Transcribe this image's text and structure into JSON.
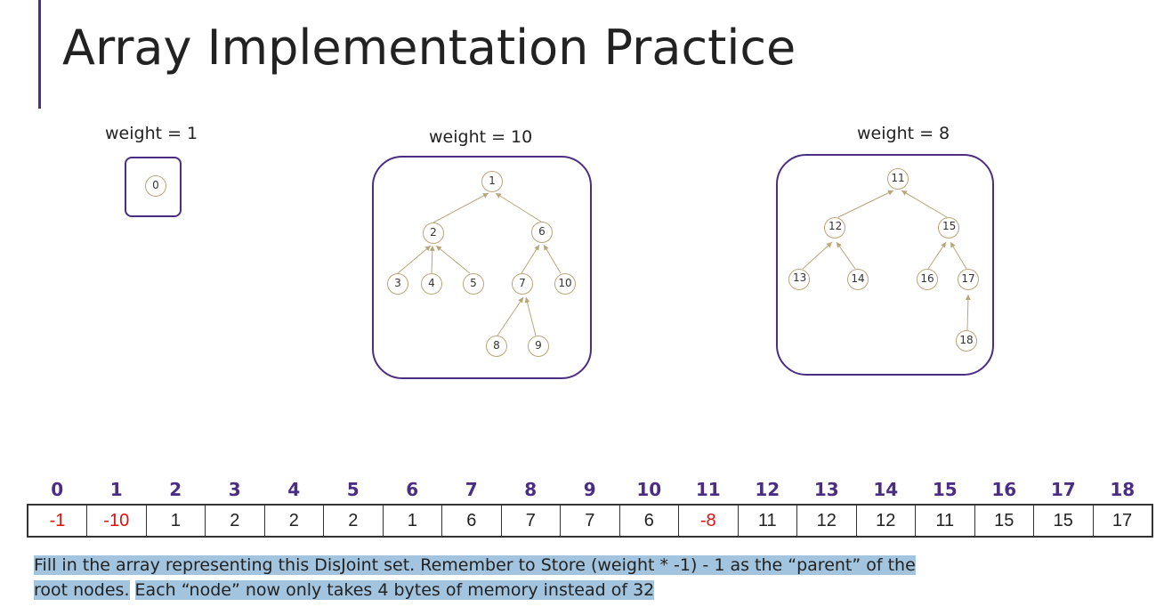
{
  "title": "Array Implementation Practice",
  "trees": [
    {
      "weight_label": "weight = 1",
      "nodes": [
        "0"
      ]
    },
    {
      "weight_label": "weight = 10",
      "nodes": [
        "1",
        "2",
        "6",
        "3",
        "4",
        "5",
        "7",
        "10",
        "8",
        "9"
      ]
    },
    {
      "weight_label": "weight = 8",
      "nodes": [
        "11",
        "12",
        "15",
        "13",
        "14",
        "16",
        "17",
        "18"
      ]
    }
  ],
  "array": {
    "indices": [
      "0",
      "1",
      "2",
      "3",
      "4",
      "5",
      "6",
      "7",
      "8",
      "9",
      "10",
      "11",
      "12",
      "13",
      "14",
      "15",
      "16",
      "17",
      "18"
    ],
    "values": [
      "-1",
      "-10",
      "1",
      "2",
      "2",
      "2",
      "1",
      "6",
      "7",
      "7",
      "6",
      "-8",
      "11",
      "12",
      "12",
      "11",
      "15",
      "15",
      "17"
    ]
  },
  "note": {
    "line1": "Fill in the array representing this DisJoint set. Remember to Store (weight * -1) - 1 as the “parent” of the ",
    "line2a": "root nodes.",
    "line2b": "Each “node” now only takes 4 bytes of memory instead of 32"
  },
  "colors": {
    "accent": "#4b2e83",
    "negative": "#e01010",
    "highlight": "#a3c4de",
    "node_border": "#b8a67a"
  }
}
